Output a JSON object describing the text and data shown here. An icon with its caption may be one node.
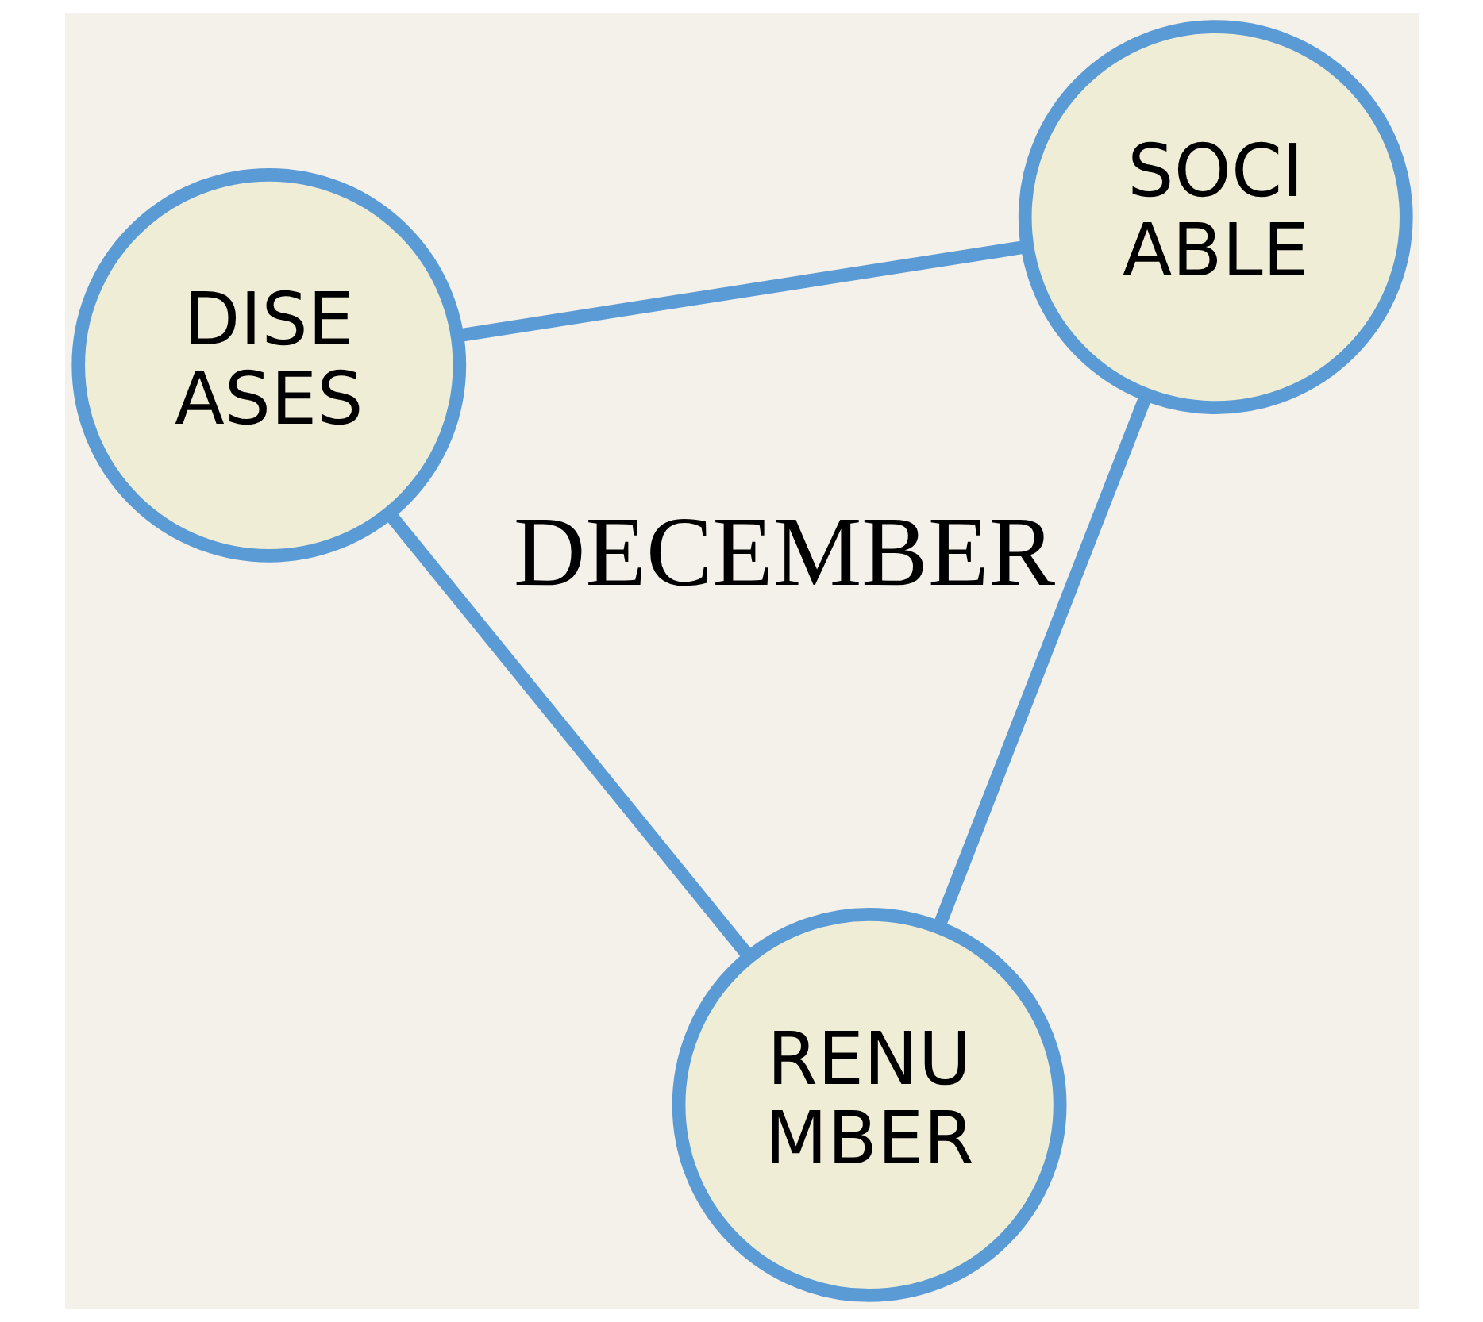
{
  "diagram": {
    "nodes": [
      {
        "text": [
          "DISE ASES"
        ]
      },
      {
        "text": [
          "SOCI ABLE"
        ]
      },
      {
        "text": [
          "RENU MBER"
        ]
      }
    ],
    "edges": [
      {
        "from": 0,
        "to": 1,
        "arrow": "none"
      },
      {
        "from": 0,
        "to": 2,
        "arrow": "none"
      },
      {
        "from": 1,
        "to": 2,
        "arrow": "none"
      }
    ],
    "labels": [
      "DECEMBER"
    ]
  }
}
